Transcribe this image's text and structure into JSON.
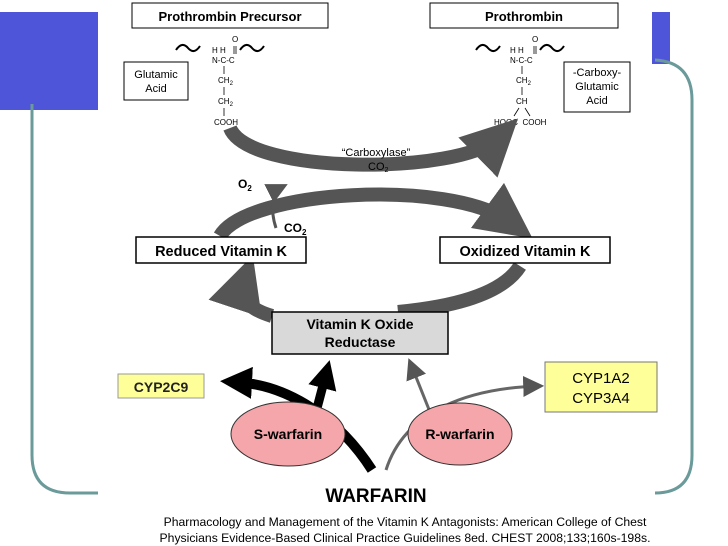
{
  "colors": {
    "slide_bg": "#ffffff",
    "accent_blue": "#4f55d8",
    "accent_teal": "#6b9a9a",
    "arrow_gray": "#555555",
    "pink": "#f4a6ab",
    "yellow": "#ffff99",
    "reductase_gray": "#d9d9d9"
  },
  "nodes": {
    "precursor": {
      "title": "Prothrombin Precursor",
      "side_label_1": "Glutamic",
      "side_label_2": "Acid"
    },
    "prothrombin": {
      "title": "Prothrombin",
      "side_label_1": "-Carboxy-",
      "side_label_2": "Glutamic",
      "side_label_3": "Acid"
    },
    "reduced_vk": "Reduced Vitamin K",
    "oxidized_vk": "Oxidized Vitamin K",
    "reductase_1": "Vitamin K Oxide",
    "reductase_2": "Reductase",
    "cyp2c9": "CYP2C9",
    "cyp1a2": "CYP1A2",
    "cyp3a4": "CYP3A4",
    "s_warfarin": "S-warfarin",
    "r_warfarin": "R-warfarin",
    "warfarin": "WARFARIN"
  },
  "labels": {
    "carboxylase": "“Carboxylase”",
    "co2_top": "CO",
    "co2_top_sub": "2",
    "o2": "O",
    "o2_sub": "2",
    "co2_mid": "CO",
    "co2_mid_sub": "2"
  },
  "structure_left": {
    "h1": "H H",
    "o": "O",
    "nc": "N-C-C",
    "ch2a": "CH",
    "ch2a_sub": "2",
    "ch2b": "CH",
    "ch2b_sub": "2",
    "cooh": "COOH"
  },
  "structure_right": {
    "h1": "H H",
    "o": "O",
    "nc": "N-C-C",
    "ch2": "CH",
    "ch2_sub": "2",
    "ch": "CH",
    "cooh_pair": "HOOC  COOH"
  },
  "caption": {
    "line1": "Pharmacology and Management of the Vitamin K Antagonists: American College of Chest",
    "line2": "Physicians Evidence-Based Clinical Practice Guidelines 8ed. CHEST  2008;133;160s-198s."
  }
}
